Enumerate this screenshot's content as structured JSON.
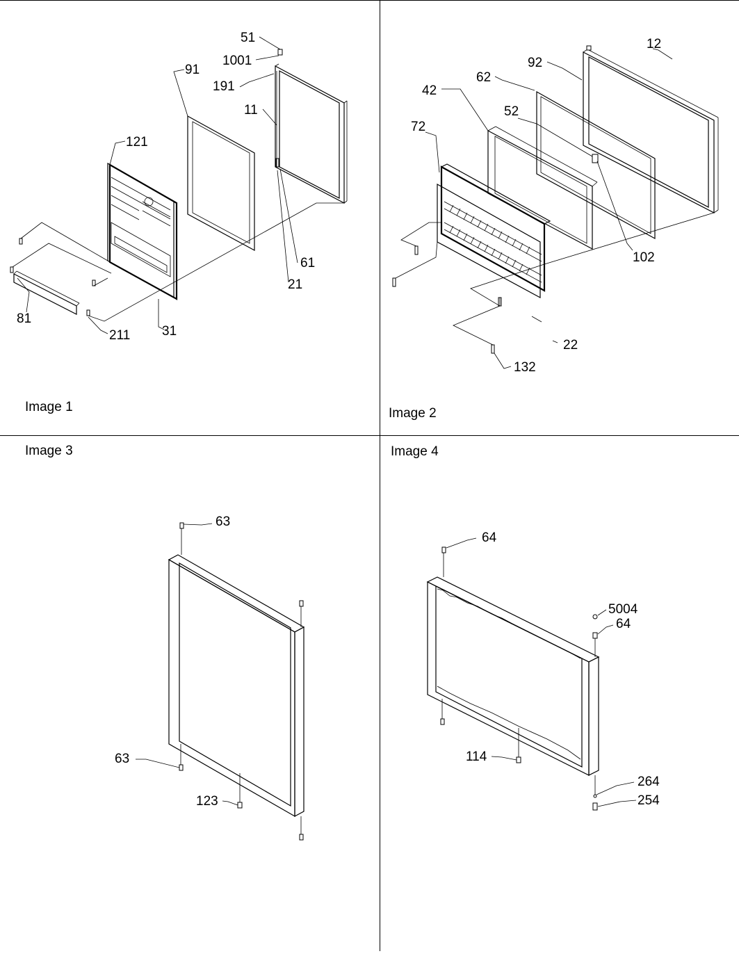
{
  "panels": [
    {
      "id": "image-1",
      "caption": "Image 1",
      "callouts": [
        "51",
        "1001",
        "91",
        "191",
        "11",
        "121",
        "61",
        "21",
        "81",
        "211",
        "31"
      ]
    },
    {
      "id": "image-2",
      "caption": "Image 2",
      "callouts": [
        "92",
        "12",
        "62",
        "42",
        "52",
        "72",
        "102",
        "22",
        "132"
      ]
    },
    {
      "id": "image-3",
      "caption": "Image 3",
      "callouts": [
        "63",
        "63",
        "123"
      ]
    },
    {
      "id": "image-4",
      "caption": "Image 4",
      "callouts": [
        "64",
        "5004",
        "64",
        "114",
        "264",
        "254"
      ]
    }
  ]
}
